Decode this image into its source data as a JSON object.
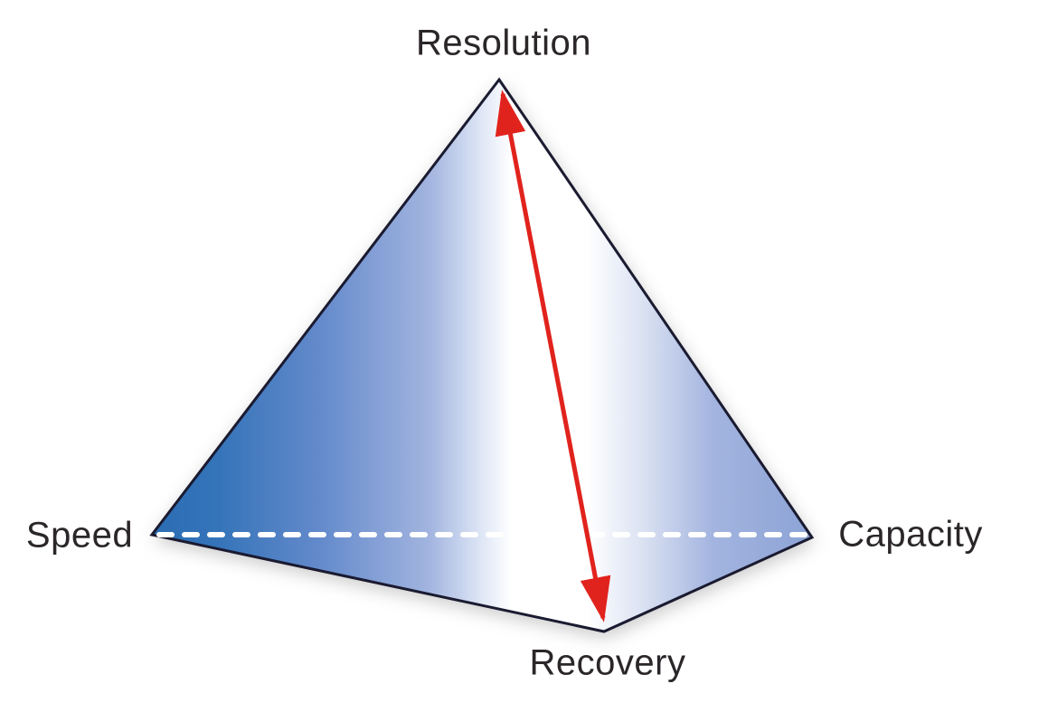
{
  "figure": {
    "labels": {
      "top": "Resolution",
      "left": "Speed",
      "right": "Capacity",
      "bottom": "Recovery"
    }
  },
  "colors": {
    "background": "#ffffff",
    "outline": "#1a1a30",
    "arrow_red": "#e1231d",
    "dashed_line": "#ffffff",
    "label_text": "#2a2629",
    "shadow": "#8f8f8f",
    "face_gradient": [
      "#2b6cb3",
      "#3574b9",
      "#6289cb",
      "#a2b4df",
      "#dfe7f6",
      "#ffffff",
      "#ffffff",
      "#dce3f3",
      "#a3b4df",
      "#8ca3d6"
    ]
  },
  "icons": {
    "tradeoff_arrow": "double-headed-arrow",
    "hidden_base_edge": "dashed-line"
  }
}
